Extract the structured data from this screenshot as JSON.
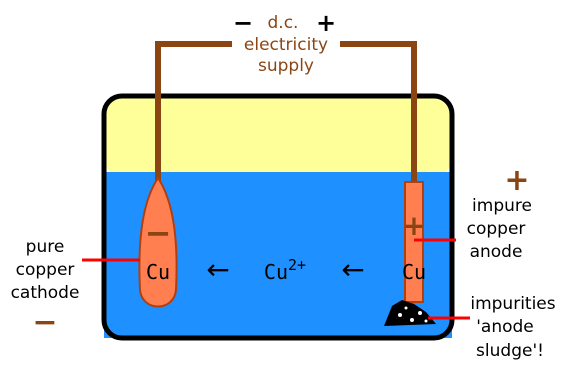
{
  "supply": {
    "minus": "−",
    "label_line1": "d.c.",
    "plus": "+",
    "label_line2": "electricity",
    "label_line3": "supply"
  },
  "cathode": {
    "label_lines": [
      "pure",
      "copper",
      "cathode"
    ],
    "sign": "−",
    "electrode_sign": "−",
    "ion": "Cu"
  },
  "anode": {
    "label_lines": [
      "impure",
      "copper",
      "anode"
    ],
    "sign": "+",
    "electrode_sign": "+",
    "ion": "Cu"
  },
  "middle_ion": {
    "symbol": "Cu",
    "charge": "2+"
  },
  "arrows": [
    "←",
    "←"
  ],
  "sludge": {
    "label_lines": [
      "impurities",
      "'anode",
      "sludge'!"
    ]
  },
  "colors": {
    "electrolyte": "#1e90ff",
    "air": "#ffff99",
    "wire": "#8b4513",
    "cathode": "#ff7f50",
    "label_line": "#ff0000",
    "text_brown": "#8b4513"
  }
}
